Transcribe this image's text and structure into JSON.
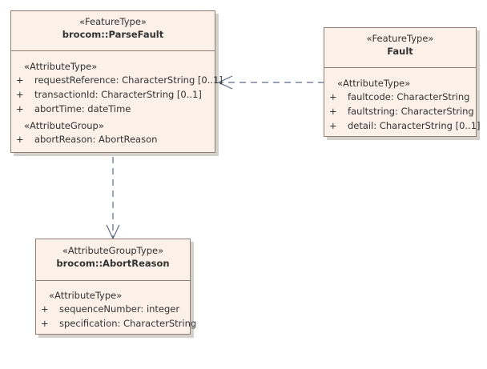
{
  "classes": {
    "parse_fault": {
      "stereotype": "«FeatureType»",
      "name": "brocom::ParseFault",
      "sections": [
        {
          "label": "«AttributeType»",
          "attributes": [
            {
              "visibility": "+",
              "text": "requestReference: CharacterString [0..1]"
            },
            {
              "visibility": "+",
              "text": "transactionId: CharacterString [0..1]"
            },
            {
              "visibility": "+",
              "text": "abortTime: dateTime"
            }
          ]
        },
        {
          "label": "«AttributeGroup»",
          "attributes": [
            {
              "visibility": "+",
              "text": "abortReason: AbortReason"
            }
          ]
        }
      ]
    },
    "fault": {
      "stereotype": "«FeatureType»",
      "name": "Fault",
      "sections": [
        {
          "label": "«AttributeType»",
          "attributes": [
            {
              "visibility": "+",
              "text": "faultcode: CharacterString"
            },
            {
              "visibility": "+",
              "text": "faultstring: CharacterString"
            },
            {
              "visibility": "+",
              "text": "detail: CharacterString [0..1]"
            }
          ]
        }
      ]
    },
    "abort_reason": {
      "stereotype": "«AttributeGroupType»",
      "name": "brocom::AbortReason",
      "sections": [
        {
          "label": "«AttributeType»",
          "attributes": [
            {
              "visibility": "+",
              "text": "sequenceNumber: integer"
            },
            {
              "visibility": "+",
              "text": "specification: CharacterString"
            }
          ]
        }
      ]
    }
  },
  "colors": {
    "box_fill": "#fbf1e8",
    "box_border": "#8f7d70",
    "connector": "#5a6a86",
    "shadow": "#a0968c"
  }
}
